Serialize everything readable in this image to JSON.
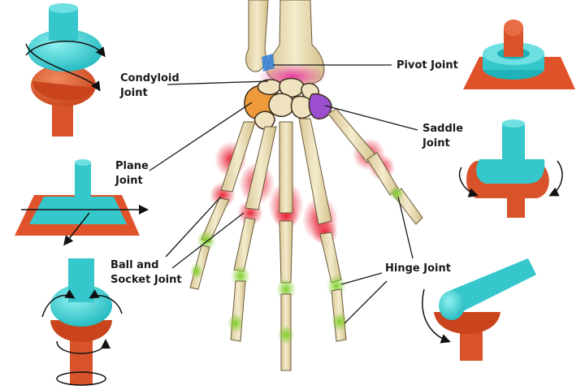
{
  "labels": {
    "condyloid": [
      "Condyloid",
      "Joint"
    ],
    "pivot": "Pivot Joint",
    "saddle": [
      "Saddle",
      "Joint"
    ],
    "plane": [
      "Plane",
      "Joint"
    ],
    "ball_socket": [
      "Ball and",
      "Socket Joint"
    ],
    "hinge": "Hinge Joint"
  },
  "colors": {
    "cyan": "#3ed3d6",
    "orange": "#e0532a",
    "bone": "#efe3bf",
    "red_joint": "#e23b3b",
    "green_joint": "#92cf4a",
    "purple_joint": "#9b4fcf",
    "blue_joint": "#2f7fd8",
    "pink_joint": "#e24b9b",
    "orange_joint": "#ef9a3a"
  },
  "icons": [
    "condyloid-model-icon",
    "pivot-model-icon",
    "saddle-model-icon",
    "plane-model-icon",
    "ball-socket-model-icon",
    "hinge-model-icon",
    "hand-skeleton-icon"
  ]
}
